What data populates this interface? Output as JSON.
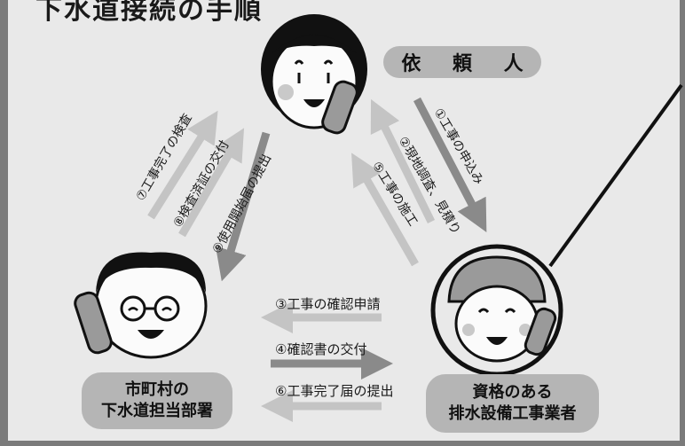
{
  "title": "下水道接続の手順",
  "parties": {
    "requester": "依 頼 人",
    "municipality": [
      "市町村の",
      "下水道担当部署"
    ],
    "contractor": [
      "資格のある",
      "排水設備工事業者"
    ]
  },
  "steps": {
    "s1": "①工事の申込み",
    "s2": "②現地調査、見積り",
    "s3": "③工事の確認申請",
    "s4": "④確認書の交付",
    "s5": "⑤工事の施工",
    "s6": "⑥工事完了届の提出",
    "s7": "⑦工事完了の検査",
    "s8": "⑧検査済証の交付",
    "s9": "⑨使用開始届の提出"
  },
  "colors": {
    "background": "#e9e9e9",
    "pill": "#b5b5b5",
    "arrow_light": "#c4c4c4",
    "arrow_dark": "#8a8a8a",
    "skin": "#fbfbfb",
    "hair": "#111111"
  },
  "icons": [
    "woman-phone-icon",
    "man-glasses-phone-icon",
    "worker-helmet-icon"
  ]
}
